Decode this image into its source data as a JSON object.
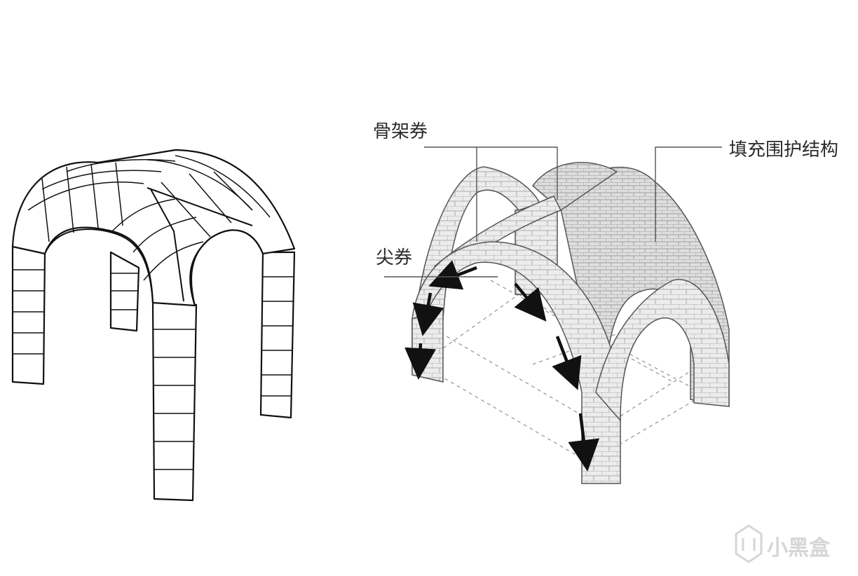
{
  "labels": {
    "rib_arch": "骨架券",
    "infill_structure": "填充围护结构",
    "pointed_arch": "尖券"
  },
  "watermark": {
    "text": "小黑盒",
    "icon": "xiaoheihe-logo-icon"
  },
  "colors": {
    "line": "#111111",
    "stone_fill": "#ebebeb",
    "stone_shade": "#d2d2d2",
    "arrow": "#111111",
    "leader": "#555555",
    "watermark": "#d6d6d6"
  }
}
